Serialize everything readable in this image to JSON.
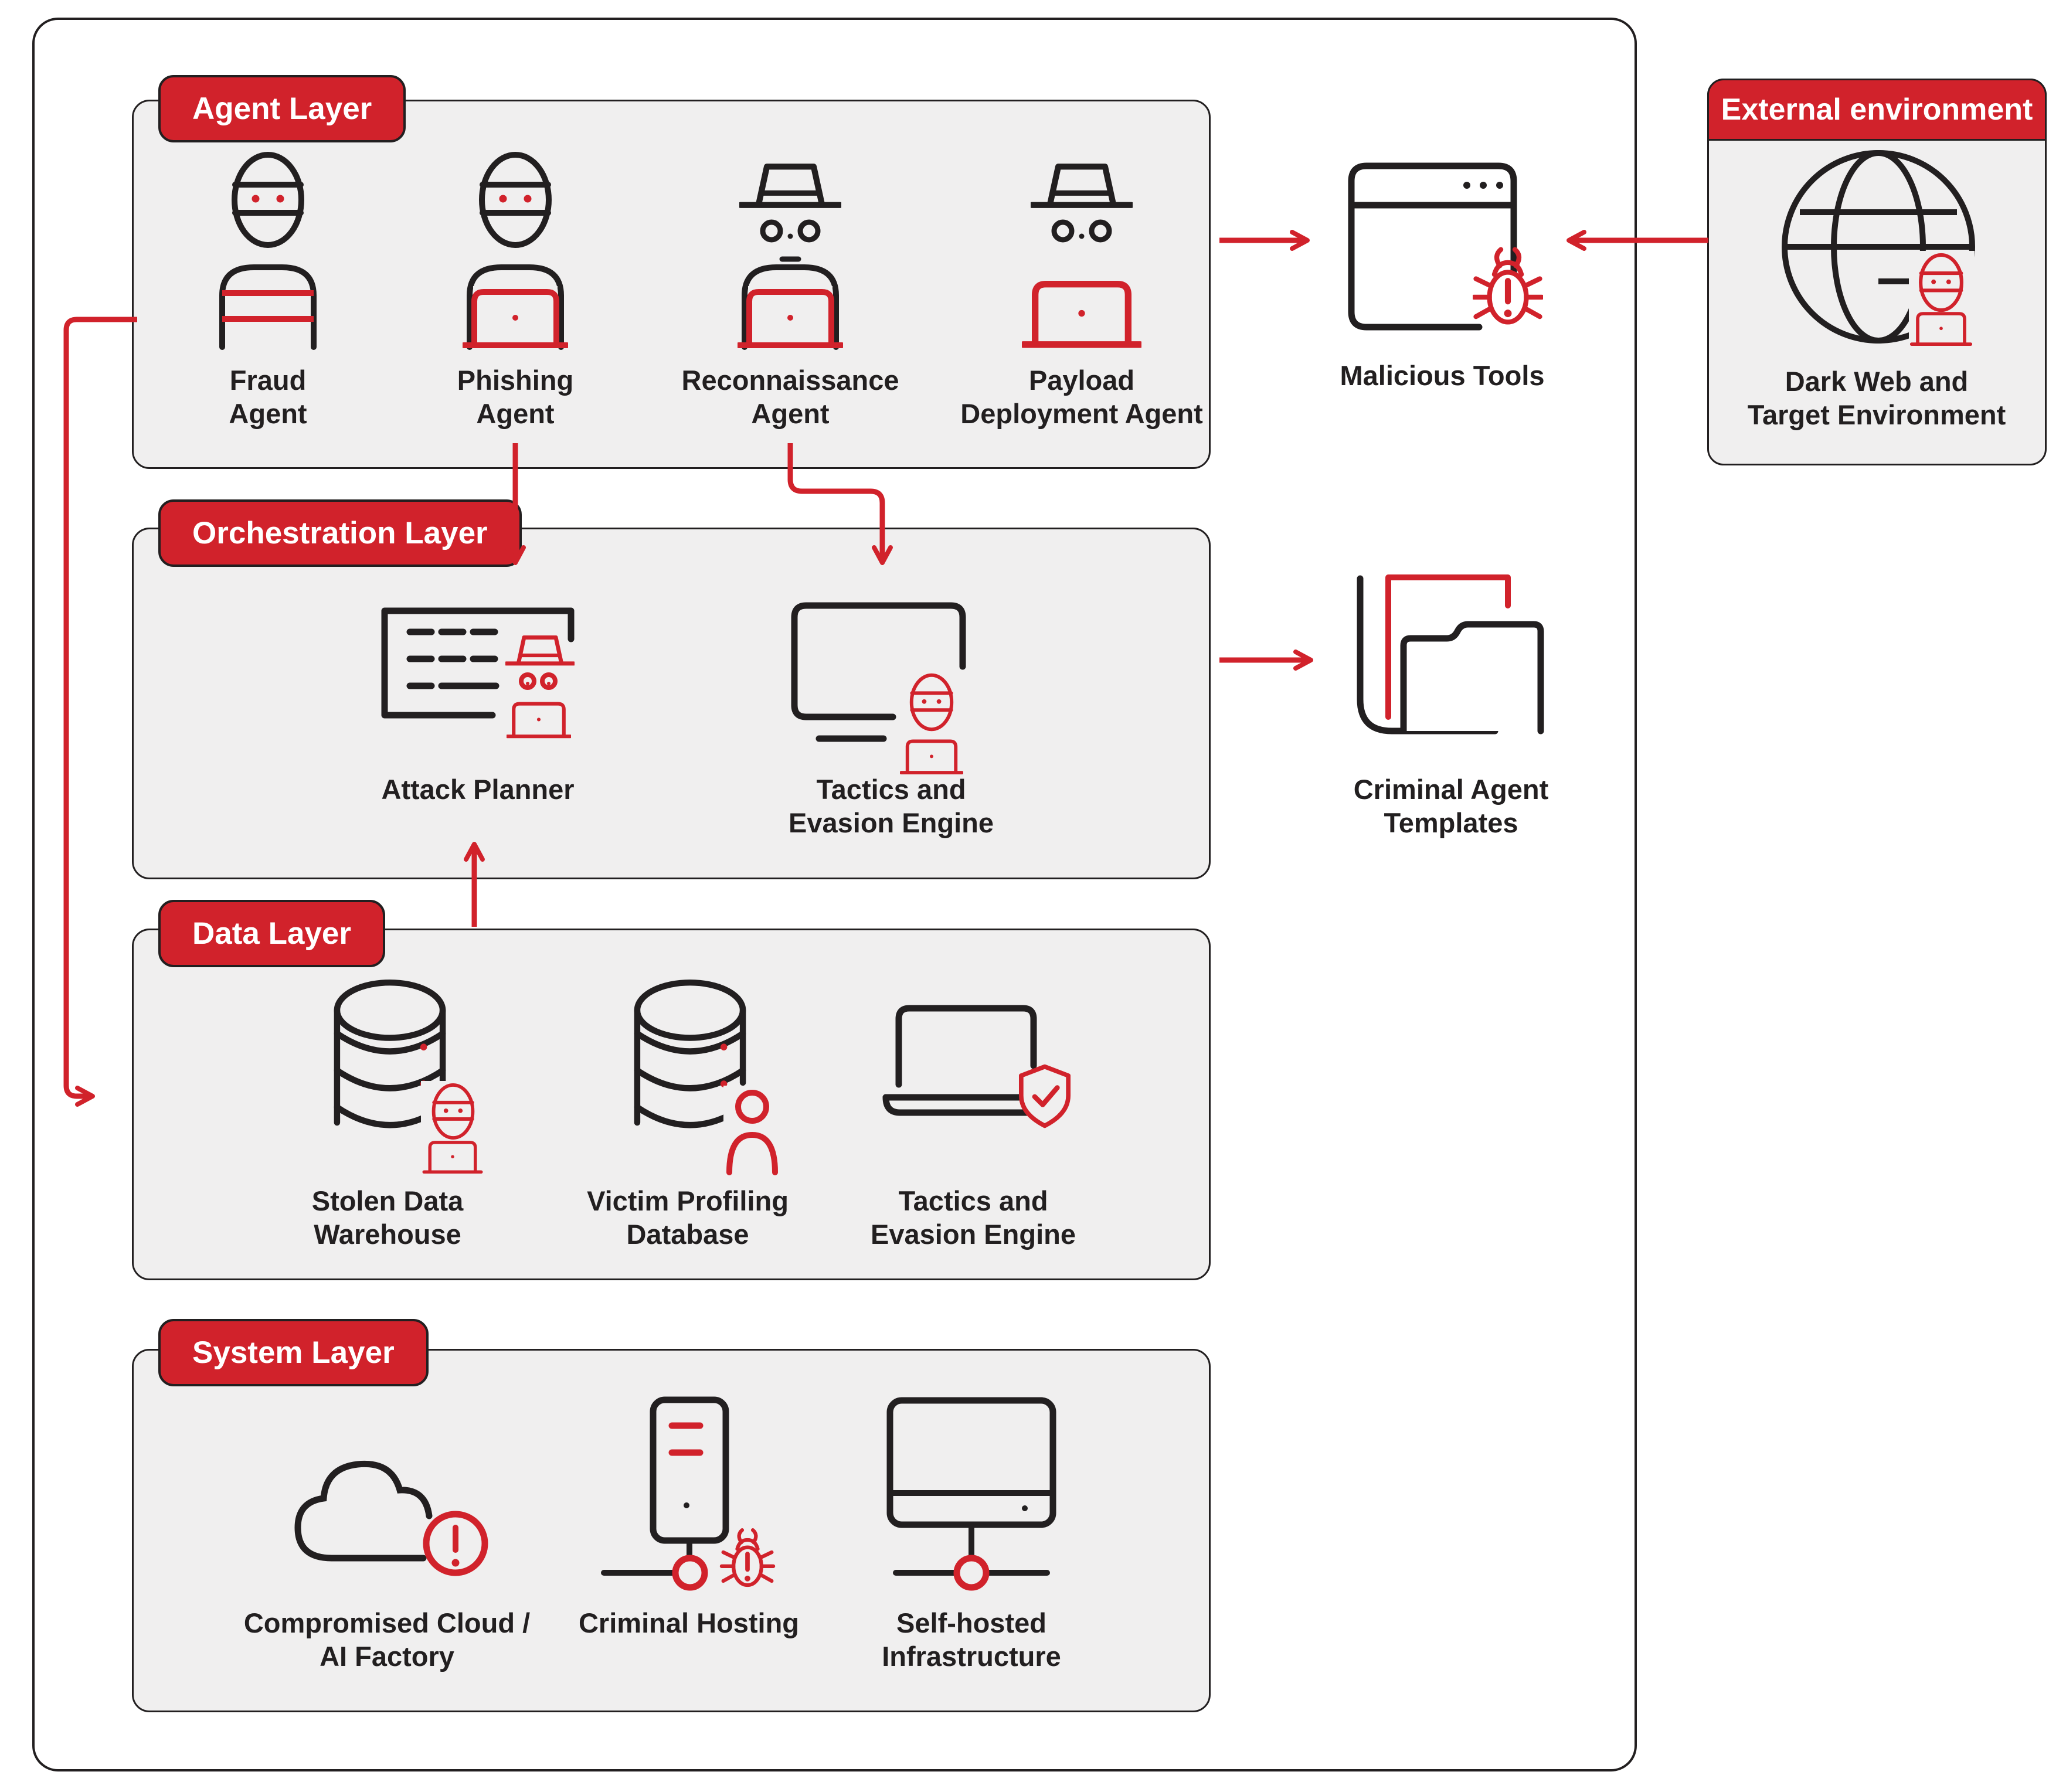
{
  "colors": {
    "red": "#d1222b",
    "panel": "#f0efef",
    "ink": "#221f20",
    "background": "#ffffff"
  },
  "agent_layer": {
    "badge": "Agent Layer",
    "items": [
      {
        "icon": "masked-fraudster-icon",
        "lines": [
          "Fraud",
          "Agent"
        ]
      },
      {
        "icon": "masked-hacker-laptop-icon",
        "lines": [
          "Phishing",
          "Agent"
        ]
      },
      {
        "icon": "spy-hat-laptop-icon",
        "lines": [
          "Reconnaissance",
          "Agent"
        ]
      },
      {
        "icon": "spy-hat-red-laptop-icon",
        "lines": [
          "Payload",
          "Deployment Agent"
        ]
      }
    ]
  },
  "malicious_tools": {
    "icon": "browser-bug-icon",
    "label": "Malicious Tools"
  },
  "external_environment": {
    "header": "External environment",
    "icon": "globe-hacker-icon",
    "lines": [
      "Dark Web and",
      "Target Environment"
    ]
  },
  "orchestration_layer": {
    "badge": "Orchestration Layer",
    "items": [
      {
        "icon": "attack-plan-board-icon",
        "lines": [
          "Attack Planner"
        ]
      },
      {
        "icon": "monitor-hacker-icon",
        "lines": [
          "Tactics and",
          "Evasion Engine"
        ]
      }
    ]
  },
  "criminal_agent_templates": {
    "icon": "document-folder-icon",
    "lines": [
      "Criminal Agent",
      "Templates"
    ]
  },
  "data_layer": {
    "badge": "Data Layer",
    "items": [
      {
        "icon": "database-hacker-icon",
        "lines": [
          "Stolen Data",
          "Warehouse"
        ]
      },
      {
        "icon": "database-person-icon",
        "lines": [
          "Victim Profiling",
          "Database"
        ]
      },
      {
        "icon": "laptop-shield-icon",
        "lines": [
          "Tactics and",
          "Evasion Engine"
        ]
      }
    ]
  },
  "system_layer": {
    "badge": "System Layer",
    "items": [
      {
        "icon": "cloud-alert-icon",
        "lines": [
          "Compromised Cloud /",
          "AI Factory"
        ]
      },
      {
        "icon": "server-bug-icon",
        "lines": [
          "Criminal Hosting"
        ]
      },
      {
        "icon": "monitor-network-icon",
        "lines": [
          "Self-hosted",
          "Infrastructure"
        ]
      }
    ]
  }
}
